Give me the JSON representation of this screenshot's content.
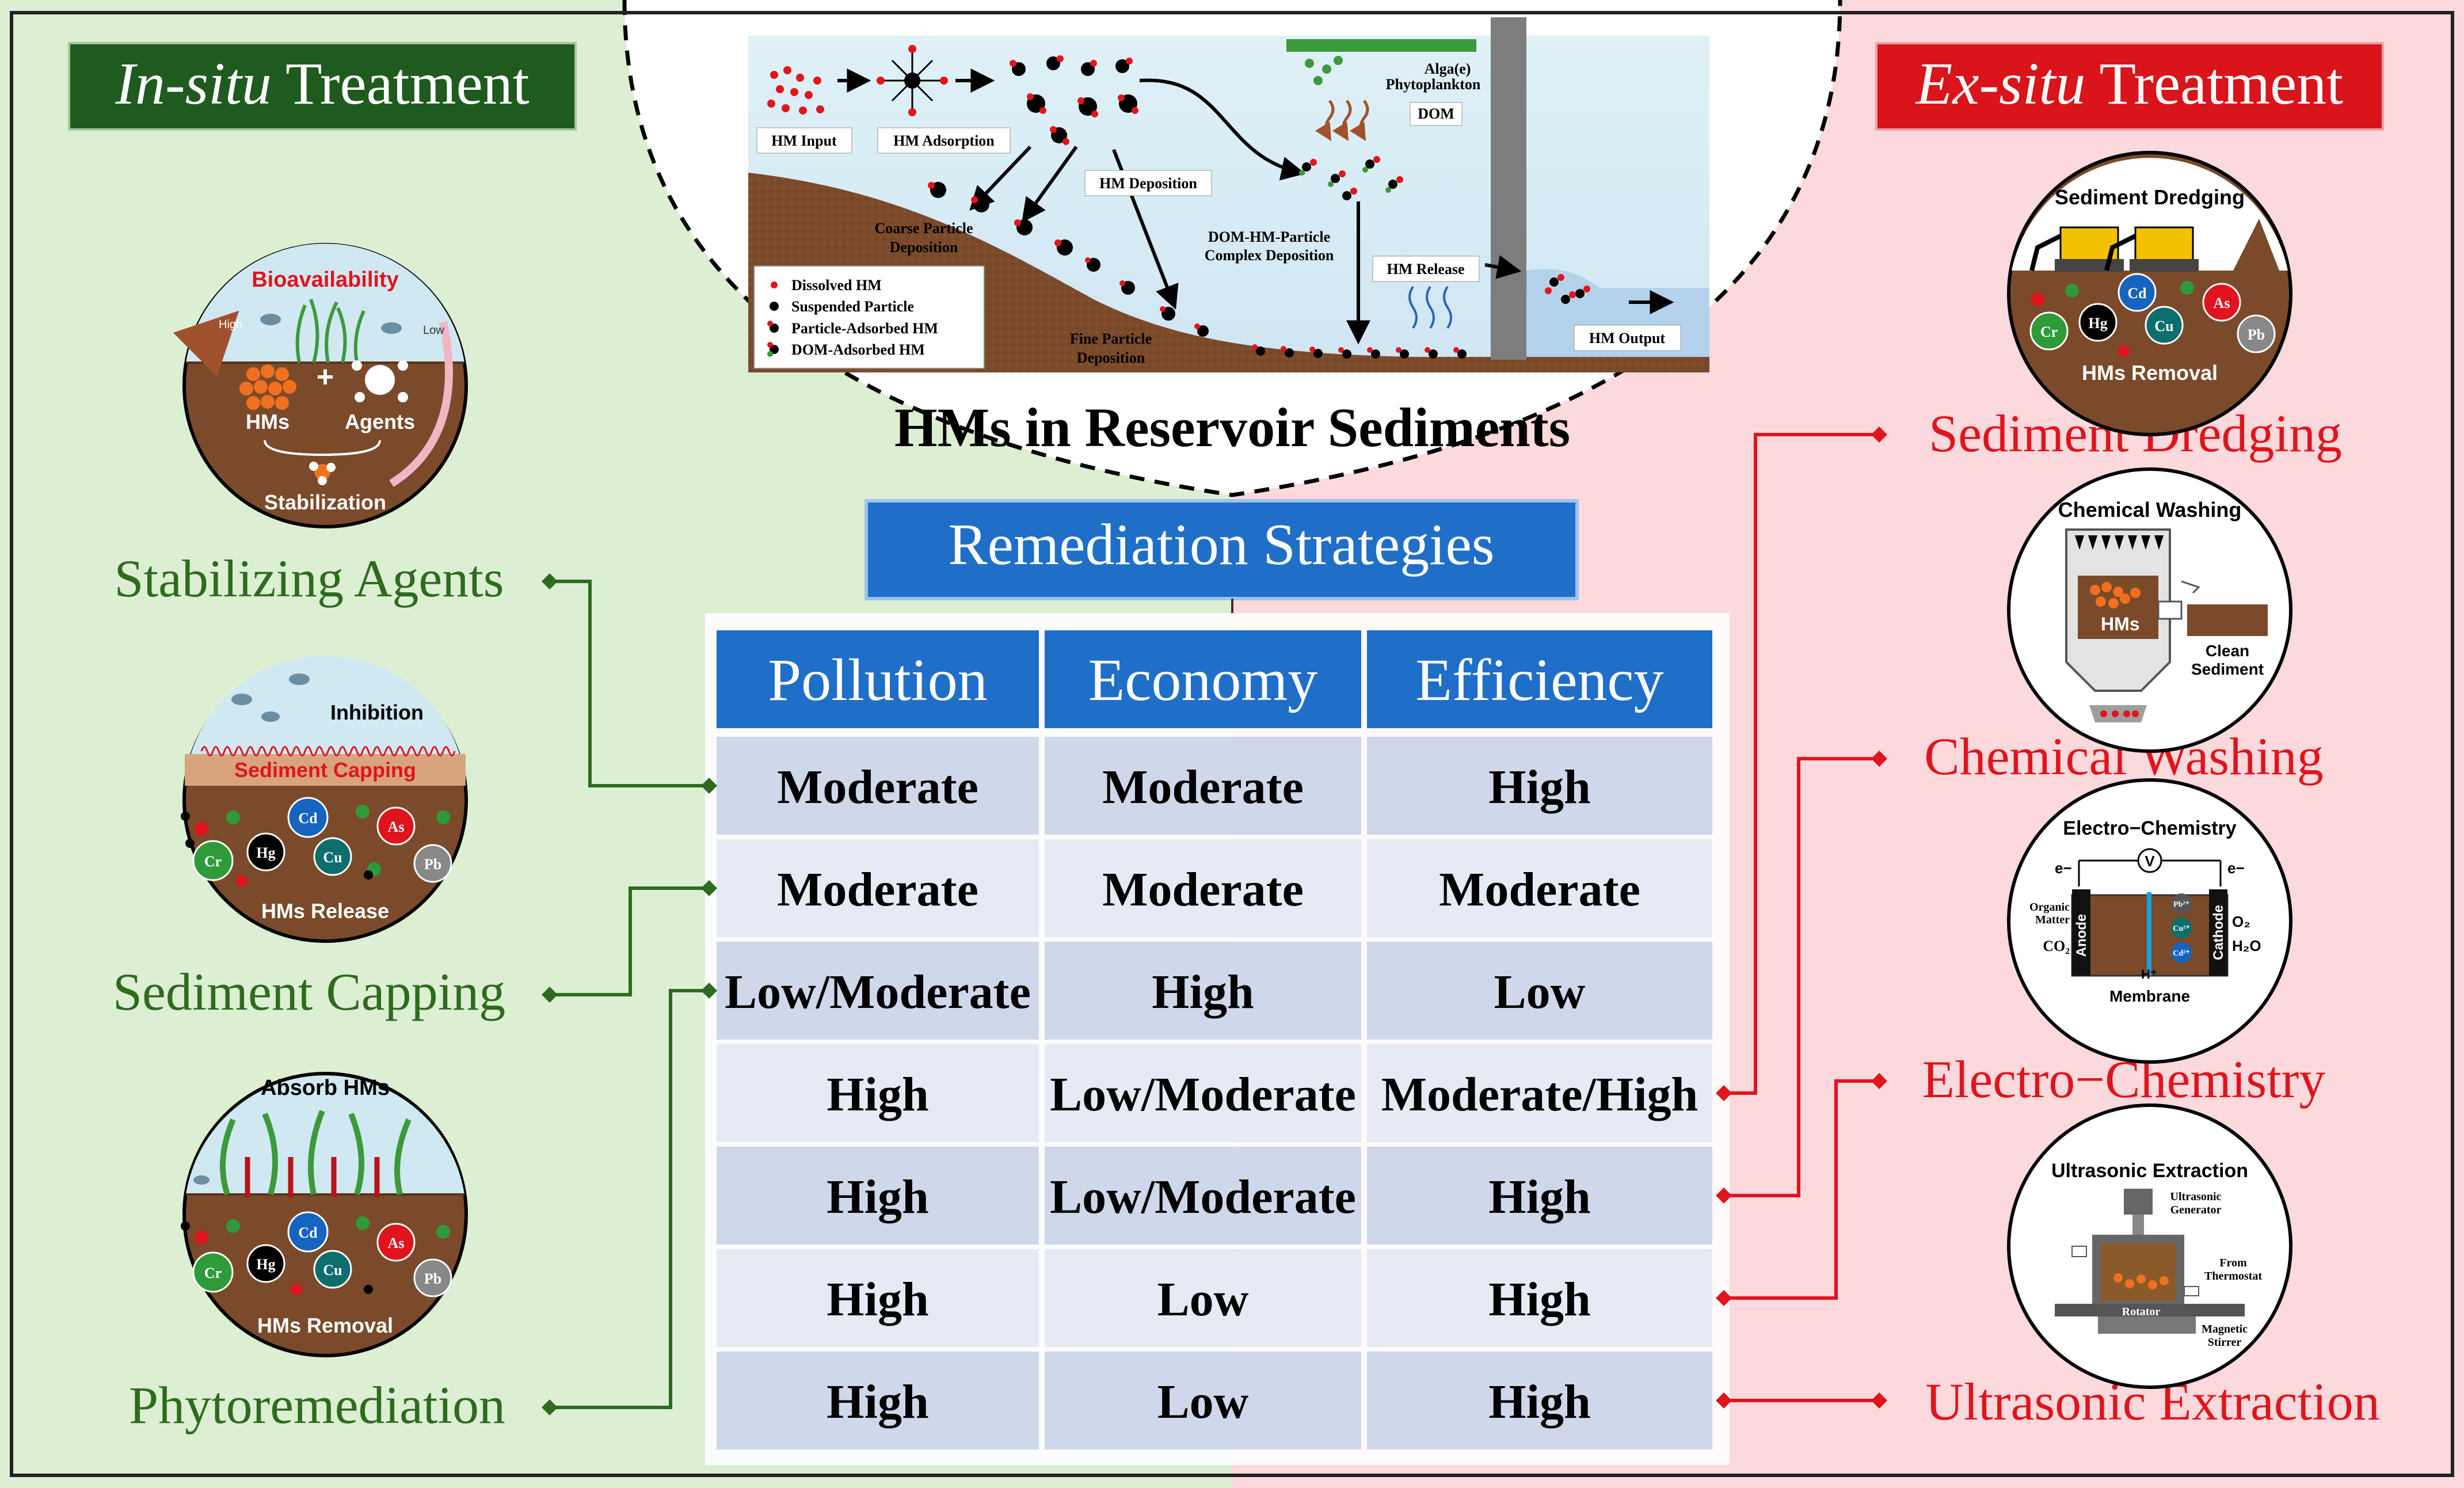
{
  "left_panel": {
    "title_italic": "In-situ",
    "title_rest": " Treatment",
    "methods": [
      {
        "name": "Stabilizing Agents",
        "row": 0
      },
      {
        "name": "Sediment Capping",
        "row": 1
      },
      {
        "name": "Phytoremediation",
        "row": 2
      }
    ],
    "circle_stabilization": {
      "top": "Bioavailability",
      "hms": "HMs",
      "plus": "+",
      "agents": "Agents",
      "bottom": "Stabilization",
      "high": "High",
      "low": "Low"
    },
    "circle_capping": {
      "inhibition": "Inhibition",
      "layer": "Sediment Capping",
      "bottom": "HMs Release"
    },
    "circle_phyto": {
      "top": "Absorb HMs",
      "bottom": "HMs Removal"
    }
  },
  "right_panel": {
    "title_italic": "Ex-situ",
    "title_rest": " Treatment",
    "methods": [
      {
        "name": "Sediment Dredging",
        "row": 3
      },
      {
        "name": "Chemical Washing",
        "row": 4
      },
      {
        "name": "Electro−Chemistry",
        "row": 5
      },
      {
        "name": "Ultrasonic Extraction",
        "row": 6
      }
    ],
    "circle_dredging": {
      "top": "Sediment Dredging",
      "bottom": "HMs Removal"
    },
    "circle_washing": {
      "top": "Chemical Washing",
      "hms": "HMs",
      "clean": "Clean",
      "sediment": "Sediment"
    },
    "circle_electro": {
      "top": "Electro−Chemistry",
      "v": "V",
      "e_left": "e−",
      "e_right": "e−",
      "organic": "Organic",
      "matter": "Matter",
      "co2": "CO₂",
      "anode": "Anode",
      "cathode": "Cathode",
      "hplus": "H⁺",
      "o2": "O₂",
      "h2o": "H₂O",
      "membrane": "Membrane",
      "pb": "Pb²⁺",
      "cu": "Cu²⁺",
      "cd": "Cd²⁺"
    },
    "circle_ultrasonic": {
      "top": "Ultrasonic Extraction",
      "gen1": "Ultrasonic",
      "gen2": "Generator",
      "from1": "From",
      "from2": "Thermostat",
      "rotator": "Rotator",
      "mag1": "Magnetic",
      "mag2": "Stirrer"
    }
  },
  "metal_labels": [
    "Cd",
    "As",
    "Cr",
    "Hg",
    "Cu",
    "Pb"
  ],
  "reservoir": {
    "title": "HMs in Reservoir Sediments",
    "labels": {
      "hm_input": "HM Input",
      "hm_adsorption": "HM Adsorption",
      "algae1": "Alga(e)",
      "algae2": "Phytoplankton",
      "dom": "DOM",
      "hm_deposition": "HM Deposition",
      "coarse1": "Coarse Particle",
      "coarse2": "Deposition",
      "dom_hm1": "DOM-HM-Particle",
      "dom_hm2": "Complex Deposition",
      "hm_release": "HM Release",
      "fine1": "Fine Particle",
      "fine2": "Deposition",
      "hm_output": "HM Output"
    },
    "legend": [
      "Dissolved HM",
      "Suspended Particle",
      "Particle-Adsorbed HM",
      "DOM-Adsorbed HM"
    ]
  },
  "strategies_title": "Remediation Strategies",
  "table": {
    "headers": [
      "Pollution",
      "Economy",
      "Efficiency"
    ],
    "rows": [
      [
        "Moderate",
        "Moderate",
        "High"
      ],
      [
        "Moderate",
        "Moderate",
        "Moderate"
      ],
      [
        "Low/Moderate",
        "High",
        "Low"
      ],
      [
        "High",
        "Low/Moderate",
        "Moderate/High"
      ],
      [
        "High",
        "Low/Moderate",
        "High"
      ],
      [
        "High",
        "Low",
        "High"
      ],
      [
        "High",
        "Low",
        "High"
      ]
    ]
  },
  "colors": {
    "left_bg": "#dcefd3",
    "right_bg": "#fcd9dc",
    "green_text": "#2e6b1e",
    "green_title_bg": "#1f5a1f",
    "red_text": "#e0141c",
    "red_title_bg": "#d9141b",
    "header_blue": "#1f6fc8",
    "row_dark": "#cfd8ea",
    "row_light": "#e5eaf4",
    "connector_green": "#2e6b1e",
    "connector_red": "#e0141c"
  }
}
